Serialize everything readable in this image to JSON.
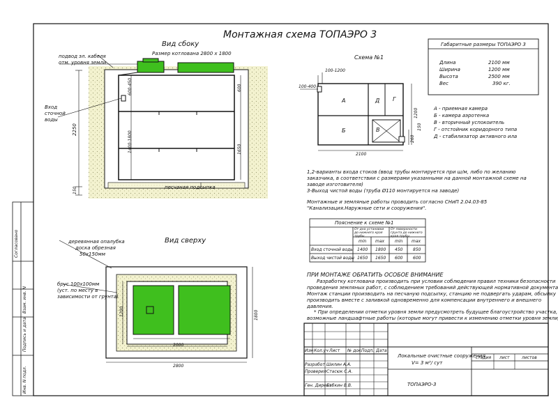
{
  "title": "Монтажная схема ТОПАЭРО 3",
  "side_view": {
    "heading": "Вид сбоку",
    "pit_size": "Размер котлована 2800 х 1800",
    "cable_note_1": "подвод эл. кабеля",
    "cable_note_2": "отм. уровня земли",
    "inlet_1": "Вход",
    "inlet_2": "сточной",
    "inlet_3": "воды",
    "dim_2250": "2250",
    "dim_150": "150",
    "dim_600_450": "600-450",
    "dim_1400_1800": "1400-1800",
    "dim_600": "600",
    "dim_1650": "1650",
    "sand": "песчаная подсыпка"
  },
  "top_view": {
    "heading": "Вид сверху",
    "formwork_1": "деревянная опалубка",
    "formwork_2": "доска обрезная",
    "formwork_3": "50х150мм",
    "beam_1": "брус 100х100мм",
    "beam_2": "(уст. по месту в",
    "beam_3": "зависимости от грунта)",
    "dim_1200": "1200",
    "dim_1800": "1800",
    "dim_2000": "2000",
    "dim_2800": "2800"
  },
  "scheme": {
    "heading": "Схема №1",
    "dim_100_1200": "100-1200",
    "dim_100_400": "100-400",
    "dim_2100": "2100",
    "dim_1200": "1200",
    "dim_150": "150",
    "dim_260": "260",
    "A": "А",
    "B": "Б",
    "V": "В",
    "G": "Г",
    "D": "Д"
  },
  "dimensions_box": {
    "title": "Габаритные размеры ТОПАЭРО 3",
    "rows": [
      {
        "label": "Длина",
        "value": "2100 мм"
      },
      {
        "label": "Ширина",
        "value": "1200 мм"
      },
      {
        "label": "Высота",
        "value": "2500 мм"
      },
      {
        "label": "Вес",
        "value": "390 кг."
      }
    ]
  },
  "legend": [
    "А - приемная камера",
    "Б - камера аэротенка",
    "В - вторичный успокоитель",
    "Г - отстойник коридорного типа",
    "Д - стабилизатор активного ила"
  ],
  "notes": {
    "n1": "1,2-варианты входа стоков (ввод трубы монтируется при ш/м, либо по желанию",
    "n2": "заказчика, в соответствии с размерами указанными на данной монтажной схеме на",
    "n3": "заводе изготовителя)",
    "n4": "3-Выход чистой воды (труба Ø110 монтируется на заводе)",
    "n5": "Монтажные и земляные работы проводить согласно СНиП 2.04.03-85",
    "n6": "\"Канализация.Наружные сети и сооружения\"."
  },
  "explain_table": {
    "title": "Пояснение к схеме №1",
    "head_a": "От дна установки до нижнего края трубы",
    "head_b": "От поверхности грунта до нижнего края трубы",
    "min": "min",
    "max": "max",
    "rows": [
      {
        "label": "Вход сточной воды",
        "v": [
          "1400",
          "1800",
          "450",
          "850"
        ]
      },
      {
        "label": "Выход чистой воды",
        "v": [
          "1650",
          "1650",
          "600",
          "600"
        ]
      }
    ]
  },
  "attention": {
    "title": "ПРИ МОНТАЖЕ ОБРАТИТЬ ОСОБОЕ ВНИМАНИЕ",
    "p1": "Разработку котлована производить при условии соблюдения правил техники безопасности",
    "p2": "проведения земляных работ, с соблюдением требований действующей нормативной документации.",
    "p3": "Монтаж станции производить на песчаную подсыпку, станцию не подвергать ударам, обсыпку",
    "p4": "производить вместе с заливкой одновременно для компенсации внутреннего и внешнего",
    "p5": "давления.",
    "p6": "* При определении отметки уровня земли предусмотреть будущее благоустройство участка,",
    "p7": "возможные ландшафтные работы (которые могут привести к изменению отметки уровня земли)"
  },
  "stamp": {
    "izm": "Изм",
    "kolu": "Кол.уч",
    "list": "Лист",
    "ndoc": "№ док.",
    "podp": "Подп.",
    "data": "Дата",
    "razrab": "Разработ",
    "razrab_name": "Шилин А.А.",
    "prov": "Проверил",
    "prov_name": "Стасюк С.А.",
    "gen": "Ген. Директ",
    "gen_name": "Бабкин В.В.",
    "obj_1": "Локальные очистные сооружения",
    "obj_2": "V= 3 м³/ сут",
    "stadia": "стадия",
    "list2": "лист",
    "listov": "листов",
    "model": "ТОПАЭРО-3"
  },
  "left_strip": {
    "soglas": "Согласовано",
    "vzam": "Взам. инв. N",
    "podp": "Подпись и дата",
    "inv": "Инв. N подл."
  },
  "colors": {
    "tank_green": "#3fbf1e",
    "sand": "#f1f0c8",
    "line": "#111111"
  }
}
